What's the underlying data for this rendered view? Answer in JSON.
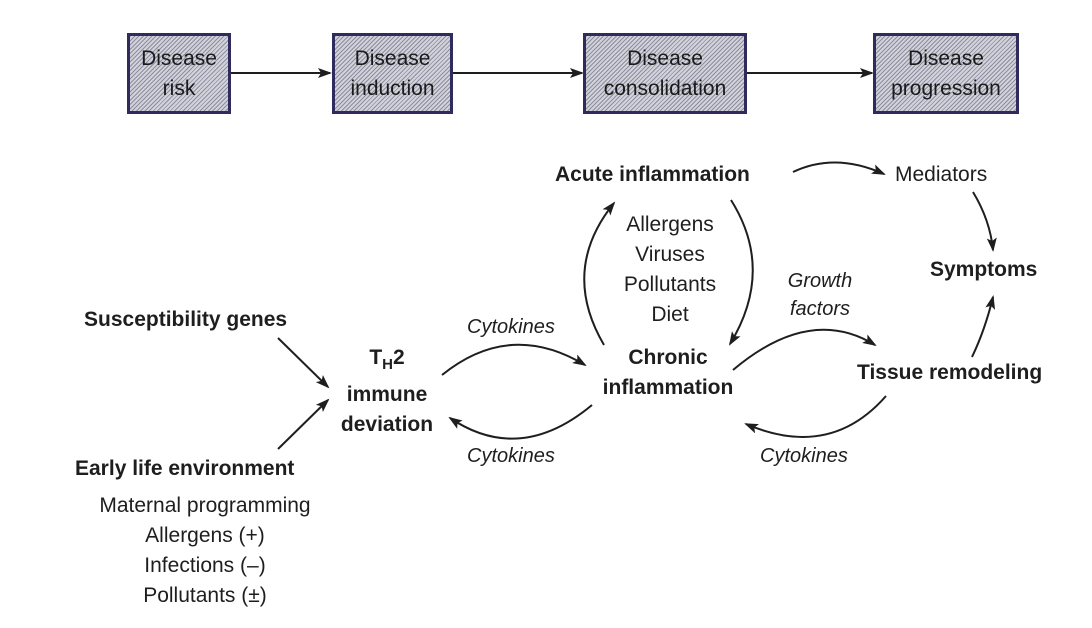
{
  "stages": [
    {
      "line1": "Disease",
      "line2": "risk"
    },
    {
      "line1": "Disease",
      "line2": "induction"
    },
    {
      "line1": "Disease",
      "line2": "consolidation"
    },
    {
      "line1": "Disease",
      "line2": "progression"
    }
  ],
  "nodes": {
    "susceptibility_genes": "Susceptibility genes",
    "early_life_environment": "Early life environment",
    "early_life_factors": [
      "Maternal programming",
      "Allergens (+)",
      "Infections (–)",
      "Pollutants (±)"
    ],
    "th2": {
      "main": "T",
      "subscript": "H",
      "suffix": "2",
      "line2": "immune",
      "line3": "deviation"
    },
    "acute_inflammation": "Acute inflammation",
    "triggers": [
      "Allergens",
      "Viruses",
      "Pollutants",
      "Diet"
    ],
    "chronic_inflammation": {
      "line1": "Chronic",
      "line2": "inflammation"
    },
    "mediators": "Mediators",
    "symptoms": "Symptoms",
    "tissue_remodeling": "Tissue remodeling"
  },
  "edge_labels": {
    "cytokines_th2_to_chronic": "Cytokines",
    "cytokines_chronic_to_th2": "Cytokines",
    "growth_factors": {
      "line1": "Growth",
      "line2": "factors"
    },
    "cytokines_remodeling_to_chronic": "Cytokines"
  },
  "colors": {
    "box_border": "#2f2b5c",
    "arrow": "#1e1e1e",
    "text": "#1e1e1e"
  }
}
